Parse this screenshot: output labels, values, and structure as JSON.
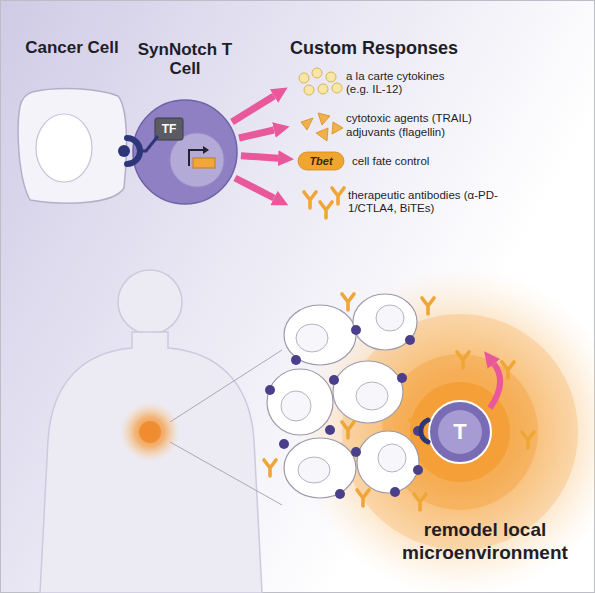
{
  "diagram": {
    "nodes": [
      {
        "text": [
          "Cancer Cell"
        ]
      },
      {
        "text": [
          "SynNotch T Cell"
        ]
      },
      {
        "text": [
          "TF"
        ],
        "in": 1
      },
      {
        "text": [
          "Tbet"
        ]
      },
      {
        "text": [
          "T"
        ]
      }
    ],
    "edges": [
      {
        "from": 1,
        "to": 3,
        "arrow": "to"
      }
    ],
    "labels": [
      "Custom Responses",
      "a la carte cytokines (e.g. IL-12)",
      "cytotoxic agents (TRAIL)",
      "adjuvants (flagellin)",
      "cell fate control",
      "therapeutic antibodies (α-PD-1/CTLA4, BiTEs)",
      "remodel local microenvironment"
    ]
  }
}
